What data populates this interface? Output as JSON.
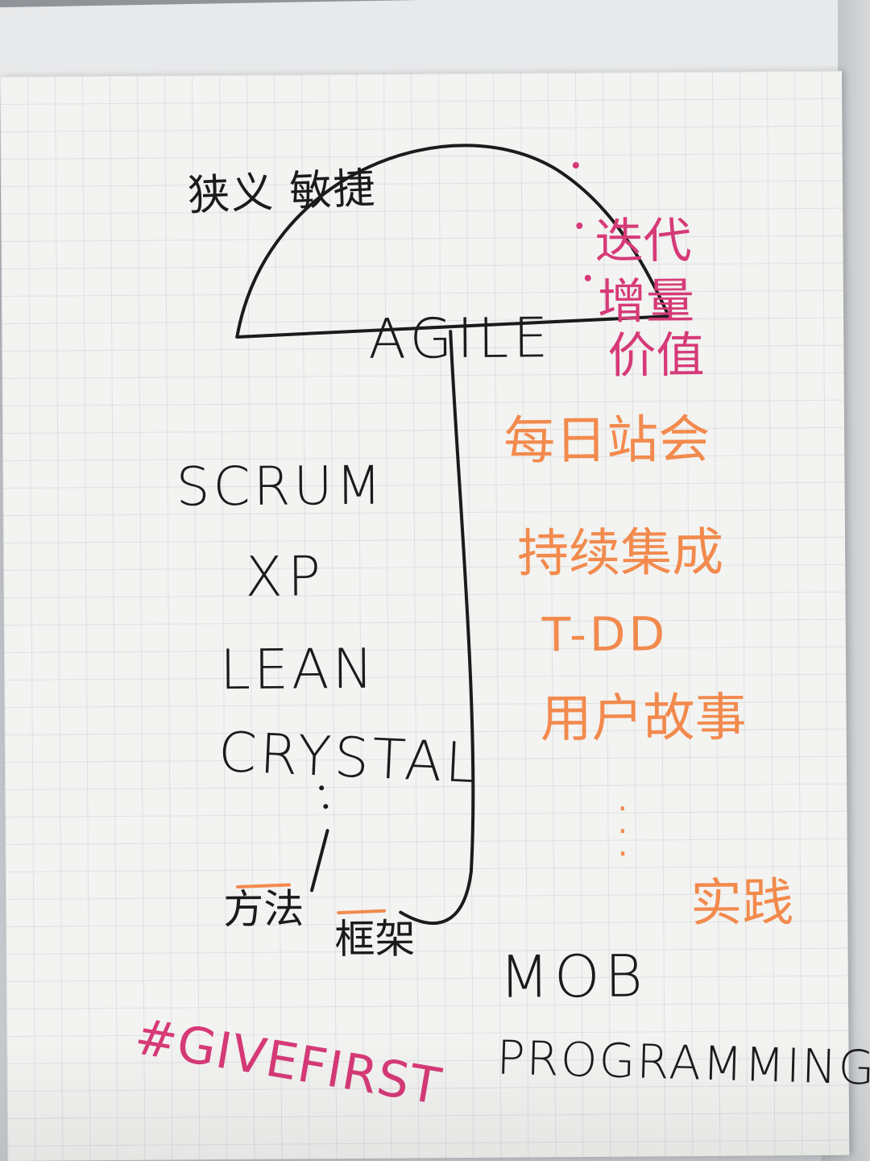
{
  "title_heading": "狭义 敏捷",
  "umbrella": {
    "label": "AGILE",
    "values": [
      "迭代",
      "增量",
      "价值"
    ]
  },
  "methods": [
    "SCRUM",
    "XP",
    "LEAN",
    "CRYSTAL"
  ],
  "methods_caption": {
    "left": "方法",
    "right": "框架"
  },
  "practices": [
    "每日站会",
    "持续集成",
    "T-DD",
    "用户故事"
  ],
  "practices_ellipsis": "·\n·\n·",
  "practices_caption": "实践",
  "mob_programming": {
    "line1": "MOB",
    "line2": "PROGRAMMING"
  },
  "hashtag": "#GIVEFIRST",
  "colors": {
    "ink_black": "#1b1b1b",
    "ink_magenta": "#d63a77",
    "ink_orange": "#f28a4d",
    "paper": "#f3f3f1"
  }
}
